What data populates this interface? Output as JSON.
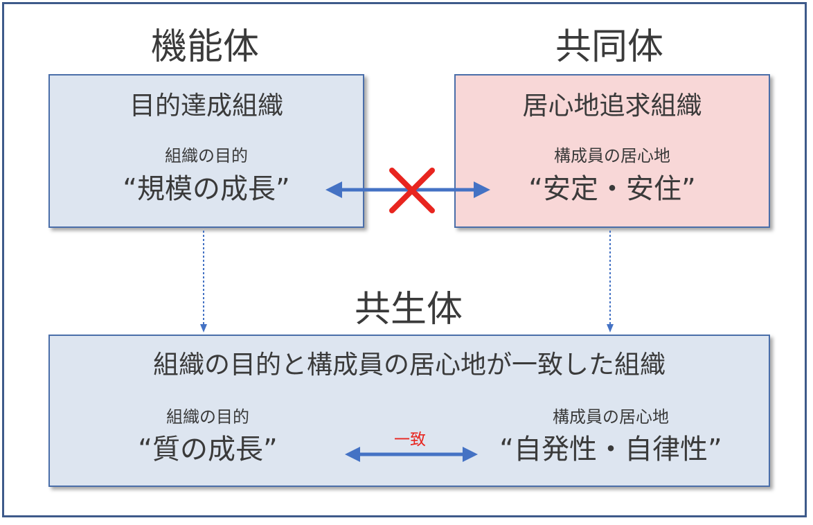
{
  "headings": {
    "functional": "機能体",
    "community": "共同体",
    "symbiotic": "共生体"
  },
  "functional_box": {
    "title": "目的達成組織",
    "sub": "組織の目的",
    "main": "“規模の成長”"
  },
  "community_box": {
    "title": "居心地追求組織",
    "sub": "構成員の居心地",
    "main": "“安定・安住”"
  },
  "symbiotic_box": {
    "title": "組織の目的と構成員の居心地が一致した組織",
    "left_sub": "組織の目的",
    "left_main": "“質の成長”",
    "right_sub": "構成員の居心地",
    "right_main": "“自発性・自律性”",
    "agree_label": "一致"
  },
  "colors": {
    "frame": "#3e5a8a",
    "box_border": "#4a6ea9",
    "blue_fill": "#dde5f0",
    "pink_fill": "#f8d7d7",
    "arrow": "#4472c4",
    "cross": "#e8251f"
  },
  "icons": {
    "conflict": "red-x-cross-icon",
    "link": "double-headed-arrow"
  }
}
